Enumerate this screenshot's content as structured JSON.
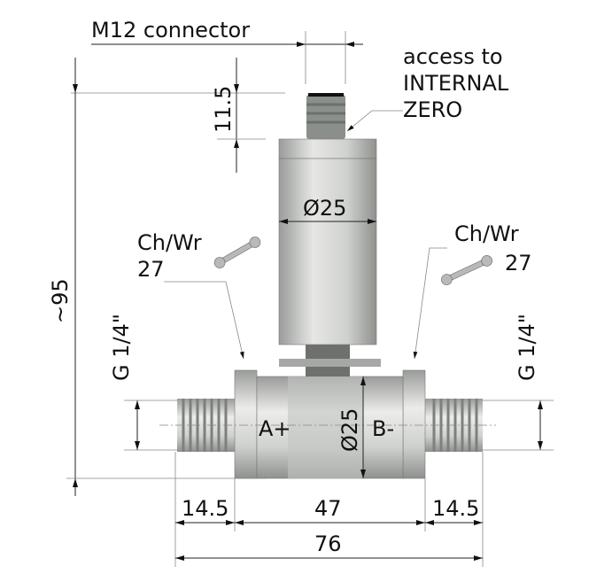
{
  "labels": {
    "connector": "M12 connector",
    "access_line1": "access to",
    "access_line2": "INTERNAL",
    "access_line3": "ZERO",
    "dim_connector_height": "11.5",
    "dim_total_height": "~95",
    "dim_body_diameter": "Ø25",
    "dim_block_diameter": "Ø25",
    "wrench_left_line1": "Ch/Wr",
    "wrench_left_line2": "27",
    "wrench_right_line1": "Ch/Wr",
    "wrench_right_line2": "27",
    "thread_left": "G 1/4\"",
    "thread_right": "G 1/4\"",
    "port_a": "A+",
    "port_b": "B-",
    "dim_left_port": "14.5",
    "dim_center": "47",
    "dim_right_port": "14.5",
    "dim_total_length": "76"
  },
  "colors": {
    "metal": "#c9cbc8",
    "metal_dark": "#8e908d",
    "line": "#222222"
  }
}
